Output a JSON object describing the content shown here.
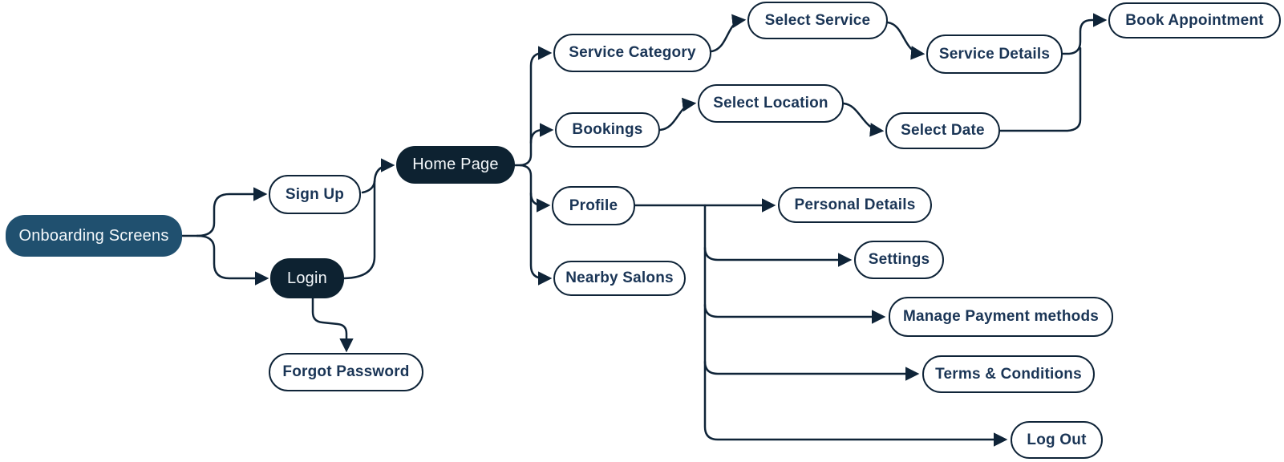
{
  "diagram": {
    "type": "flow-mind-map",
    "colors": {
      "background": "#ffffff",
      "root_fill": "#20506f",
      "dark_node_fill": "#0d2231",
      "outline_border": "#0f2438",
      "outline_text": "#1a3556",
      "light_text": "#f4f8fb",
      "connector": "#0f2438"
    },
    "nodes": [
      {
        "id": "onboarding-screens",
        "label": "Onboarding Screens",
        "style": "filled-primary"
      },
      {
        "id": "sign-up",
        "label": "Sign Up",
        "style": "outline"
      },
      {
        "id": "login",
        "label": "Login",
        "style": "filled-dark"
      },
      {
        "id": "forgot-password",
        "label": "Forgot Password",
        "style": "outline"
      },
      {
        "id": "home-page",
        "label": "Home Page",
        "style": "filled-dark"
      },
      {
        "id": "service-category",
        "label": "Service Category",
        "style": "outline"
      },
      {
        "id": "bookings",
        "label": "Bookings",
        "style": "outline"
      },
      {
        "id": "profile",
        "label": "Profile",
        "style": "outline"
      },
      {
        "id": "nearby-salons",
        "label": "Nearby Salons",
        "style": "outline"
      },
      {
        "id": "select-service",
        "label": "Select Service",
        "style": "outline"
      },
      {
        "id": "service-details",
        "label": "Service Details",
        "style": "outline"
      },
      {
        "id": "book-appointment",
        "label": "Book Appointment",
        "style": "outline"
      },
      {
        "id": "select-location",
        "label": "Select Location",
        "style": "outline"
      },
      {
        "id": "select-date",
        "label": "Select Date",
        "style": "outline"
      },
      {
        "id": "personal-details",
        "label": "Personal Details",
        "style": "outline"
      },
      {
        "id": "settings",
        "label": "Settings",
        "style": "outline"
      },
      {
        "id": "manage-payment-methods",
        "label": "Manage Payment methods",
        "style": "outline"
      },
      {
        "id": "terms-conditions",
        "label": "Terms & Conditions",
        "style": "outline"
      },
      {
        "id": "log-out",
        "label": "Log Out",
        "style": "outline"
      }
    ],
    "edges": [
      {
        "from": "onboarding-screens",
        "to": "sign-up"
      },
      {
        "from": "onboarding-screens",
        "to": "login"
      },
      {
        "from": "sign-up",
        "to": "home-page"
      },
      {
        "from": "login",
        "to": "home-page"
      },
      {
        "from": "login",
        "to": "forgot-password"
      },
      {
        "from": "home-page",
        "to": "service-category"
      },
      {
        "from": "home-page",
        "to": "bookings"
      },
      {
        "from": "home-page",
        "to": "profile"
      },
      {
        "from": "home-page",
        "to": "nearby-salons"
      },
      {
        "from": "service-category",
        "to": "select-service"
      },
      {
        "from": "select-service",
        "to": "service-details"
      },
      {
        "from": "service-details",
        "to": "book-appointment"
      },
      {
        "from": "bookings",
        "to": "select-location"
      },
      {
        "from": "select-location",
        "to": "select-date"
      },
      {
        "from": "select-date",
        "to": "book-appointment"
      },
      {
        "from": "profile",
        "to": "personal-details"
      },
      {
        "from": "profile",
        "to": "settings"
      },
      {
        "from": "profile",
        "to": "manage-payment-methods"
      },
      {
        "from": "profile",
        "to": "terms-conditions"
      },
      {
        "from": "profile",
        "to": "log-out"
      }
    ]
  }
}
